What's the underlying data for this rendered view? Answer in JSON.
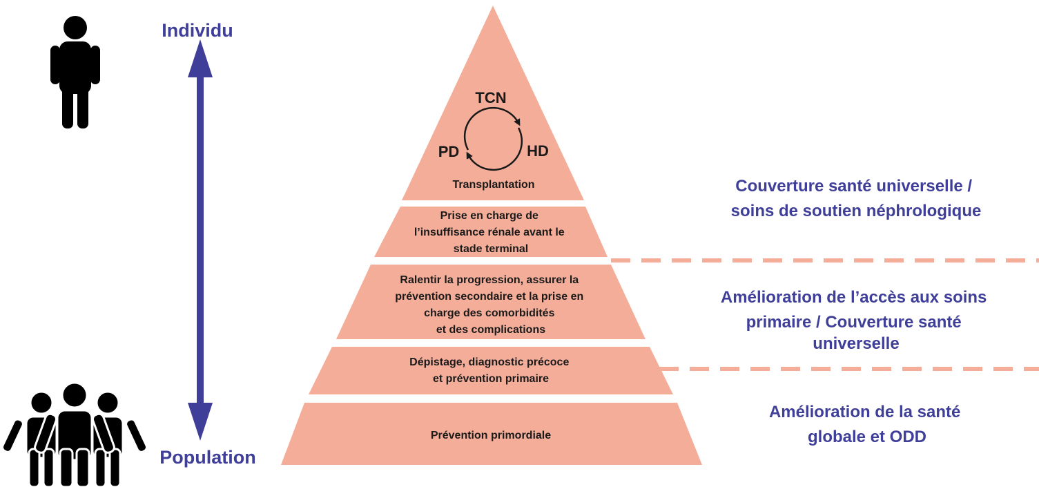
{
  "colors": {
    "pyramid_fill": "#f4ad98",
    "dashed_line": "#f4ad98",
    "accent_text": "#3f3f9a",
    "arrow": "#3f3f9a",
    "icon": "#000000",
    "body_text": "#1a1a1a"
  },
  "axis": {
    "top_label": "Individu",
    "bottom_label": "Population"
  },
  "icons": {
    "top": "person-icon",
    "bottom": "group-icon"
  },
  "pyramid": {
    "cycle": {
      "top": "TCN",
      "left": "PD",
      "right": "HD"
    },
    "levels": [
      {
        "lines": [
          "Transplantation"
        ]
      },
      {
        "lines": [
          "Prise en charge de",
          "l’insuffisance rénale avant le",
          "stade terminal"
        ]
      },
      {
        "lines": [
          "Ralentir la progression, assurer la",
          "prévention secondaire et la prise en",
          "charge des comorbidités",
          "et des complications"
        ]
      },
      {
        "lines": [
          "Dépistage, diagnostic précoce",
          "et prévention primaire"
        ]
      },
      {
        "lines": [
          "Prévention primordiale"
        ]
      }
    ]
  },
  "side_notes": [
    {
      "lines": [
        "Couverture santé universelle /",
        "soins de soutien néphrologique"
      ]
    },
    {
      "lines": [
        "Amélioration de l’accès aux soins",
        "primaire / Couverture santé",
        "universelle"
      ]
    },
    {
      "lines": [
        "Amélioration de la santé",
        "globale et ODD"
      ]
    }
  ]
}
